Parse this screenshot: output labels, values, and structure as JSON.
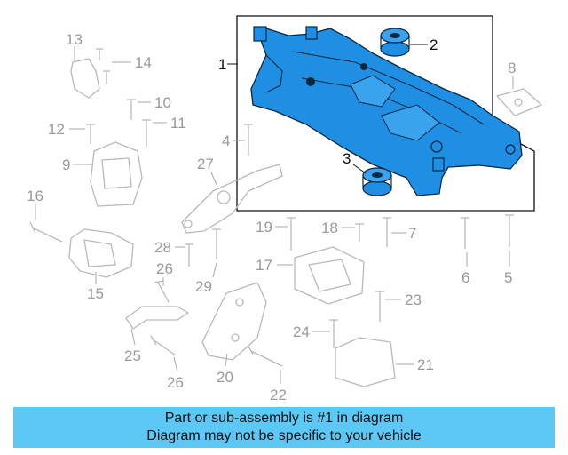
{
  "callouts": {
    "n1": "1",
    "n2": "2",
    "n3": "3",
    "n4": "4",
    "n5": "5",
    "n6": "6",
    "n7": "7",
    "n8": "8",
    "n9": "9",
    "n10": "10",
    "n11": "11",
    "n12": "12",
    "n13": "13",
    "n14": "14",
    "n15": "15",
    "n16": "16",
    "n17": "17",
    "n18": "18",
    "n19": "19",
    "n20": "20",
    "n21": "21",
    "n22": "22",
    "n23": "23",
    "n24": "24",
    "n25": "25",
    "n26a": "26",
    "n26b": "26",
    "n27": "27",
    "n28": "28",
    "n29": "29"
  },
  "banner": {
    "line1": "Part or sub-assembly is #1 in diagram",
    "line2": "Diagram may not be specific to your vehicle"
  },
  "colors": {
    "highlight": "#1f8fe3",
    "banner": "#5bc8f5",
    "ghost": "#b9b9b9"
  }
}
